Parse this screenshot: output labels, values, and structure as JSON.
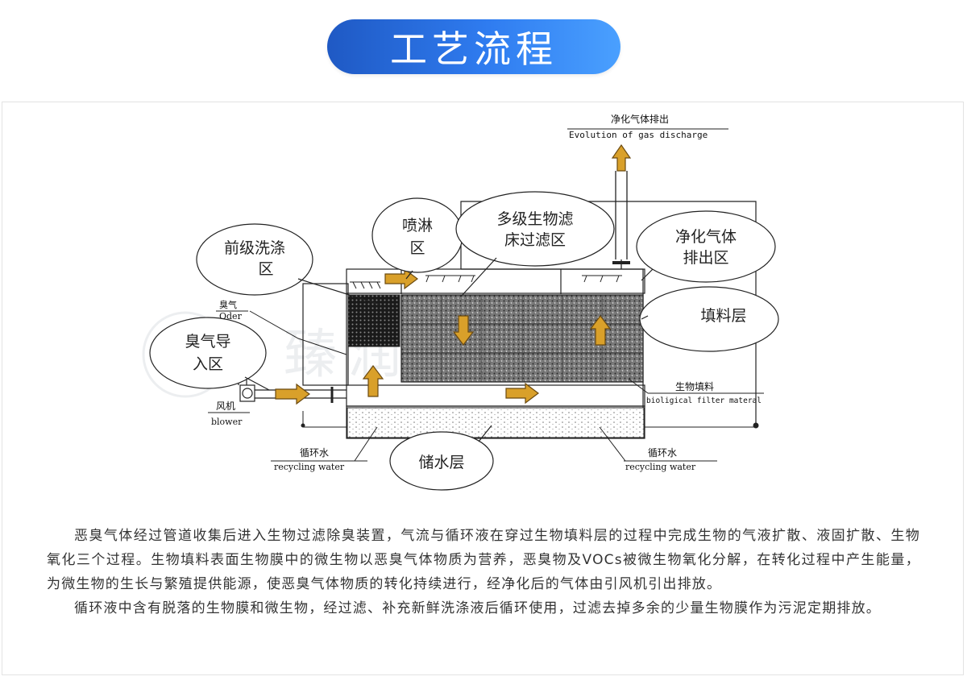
{
  "header": {
    "title": "工艺流程"
  },
  "diagram": {
    "watermark": "臻润环科",
    "labels": {
      "exhaust_cn": "净化气体排出",
      "exhaust_en": "Evolution of gas discharge",
      "odor_cn": "臭气",
      "odor_en": "Oder",
      "blower_cn": "风机",
      "blower_en": "blower",
      "filter_cn": "生物填料",
      "filter_en": "bioligical filter materal",
      "recycle_left_cn": "循环水",
      "recycle_left_en": "recycling water",
      "recycle_right_cn": "循环水",
      "recycle_right_en": "recycling water"
    },
    "callouts": {
      "prewash_1": "前级洗涤",
      "prewash_2": "区",
      "spray_1": "喷淋",
      "spray_2": "区",
      "multibed_1": "多级生物滤",
      "multibed_2": "床过滤区",
      "clean_1": "净化气体",
      "clean_2": "排出区",
      "intake_1": "臭气导",
      "intake_2": "入区",
      "packing": "填料层",
      "reservoir": "储水层"
    },
    "colors": {
      "arrow": "#d9a02a",
      "arrow_stroke": "#6b4a10",
      "line": "#222222"
    }
  },
  "description": {
    "p1": "恶臭气体经过管道收集后进入生物过滤除臭装置，气流与循环液在穿过生物填料层的过程中完成生物的气液扩散、液固扩散、生物氧化三个过程。生物填料表面生物膜中的微生物以恶臭气体物质为营养，恶臭物及VOCs被微生物氧化分解，在转化过程中产生能量，为微生物的生长与繁殖提供能源，使恶臭气体物质的转化持续进行，经净化后的气体由引风机引出排放。",
    "p2": "循环液中含有脱落的生物膜和微生物，经过滤、补充新鲜洗涤液后循环使用，过滤去掉多余的少量生物膜作为污泥定期排放。"
  }
}
